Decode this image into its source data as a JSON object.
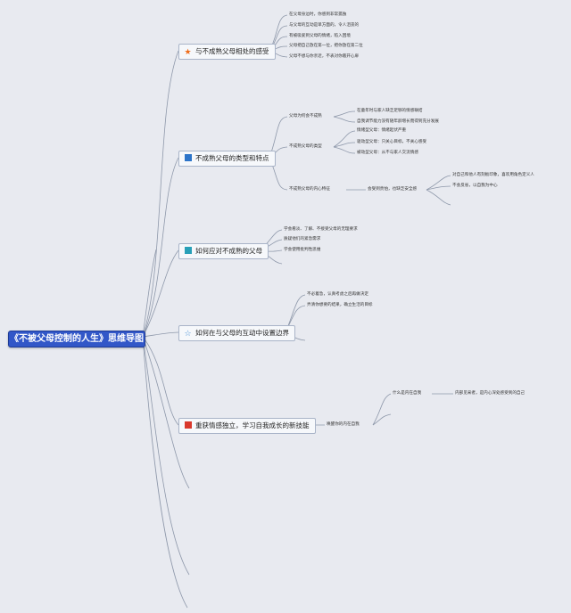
{
  "root": {
    "title": "《不被父母控制的人生》思维导图"
  },
  "branches": [
    {
      "label": "与不成熟父母相处的感受",
      "icon": "star-orange",
      "leaves": [
        "在父母身边时，你感到非常孤独",
        "与父母的互动是单方面的，令人沮丧的",
        "有被吸爱到父母的情绪，陷入困境",
        "父母把自己放在第一位，把你放在第二位",
        "父母不想与你亲近，不表对你敞开心扉"
      ]
    },
    {
      "label": "不成熟父母的类型和特点",
      "icon": "flag-blue",
      "subs": [
        {
          "label": "父母为何会不成熟",
          "leaves": [
            "在童年时与家人缺乏足够的情感联结",
            "自我调节能力没有随年龄增长而得到充分发展"
          ]
        },
        {
          "label": "不成熟父母的类型",
          "leaves": [
            "情绪型父母：情绪起伏严重",
            "驱动型父母：只关心目标，不关心感受",
            "被动型父母：从不与家人交流情感"
          ]
        },
        {
          "label": "不成熟父母的内心特征",
          "mid": "会受到责怕，也缺乏安全感",
          "leaves": [
            "对自己和他人有刻板印象，喜欢用角色定义人",
            "不会反省，以自我为中心"
          ]
        }
      ]
    },
    {
      "label": "如何应对不成熟的父母",
      "icon": "flag-teal",
      "leaves": [
        "学会看淡、了解、不接受父母的无理要求",
        "质疑他们的紧急需求",
        "学会使用批判性思维"
      ]
    },
    {
      "label": "如何在与父母的互动中设置边界",
      "icon": "star-blue",
      "leaves": [
        "不必着急，认真考虑之后再做决定",
        "弄清你想要的结果，确立生活的目标"
      ]
    },
    {
      "label": "重获情感独立，学习自我成长的新技能",
      "icon": "flag-red",
      "subs": [
        {
          "label": "唤醒你的内在自我",
          "leaves": [],
          "children": [
            {
              "label": "什么是内在自我",
              "leaves": [
                "内部见采者，是内心深处感受到的自己"
              ]
            }
          ]
        }
      ]
    }
  ]
}
